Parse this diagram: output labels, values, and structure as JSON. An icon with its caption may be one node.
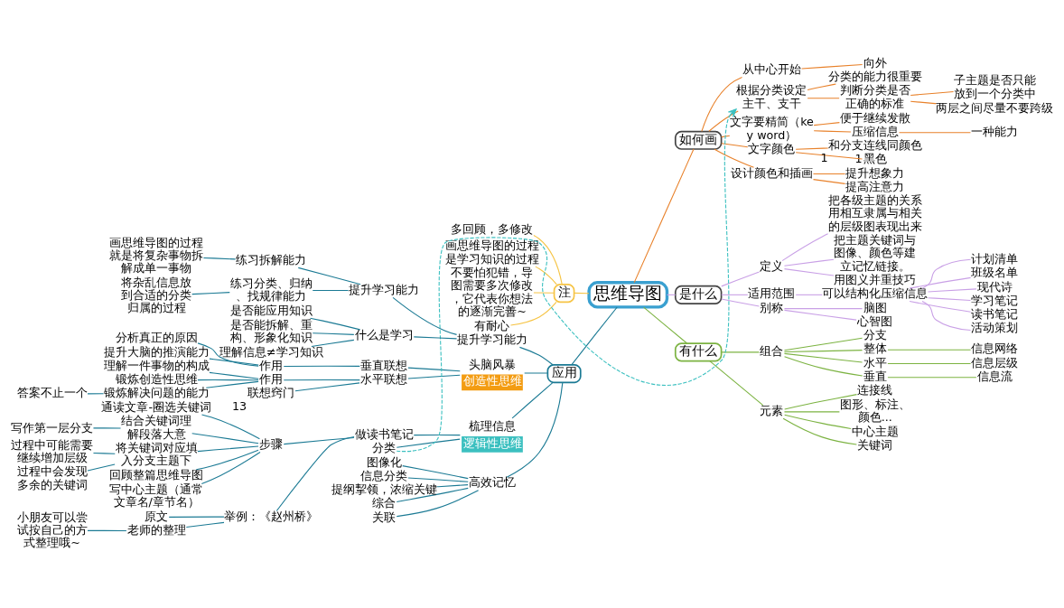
{
  "diagram": {
    "nodes": [
      {
        "text": [
          "思维导图"
        ]
      },
      {
        "text": [
          "是什么"
        ]
      },
      {
        "text": [
          "别称"
        ]
      },
      {
        "text": [
          "脑图"
        ]
      },
      {
        "text": [
          "心智图"
        ]
      },
      {
        "text": [
          "定义"
        ]
      },
      {
        "text": [
          "用图义并重技巧"
        ]
      },
      {
        "text": [
          "把各级主题的关系用相互隶属与相关的层级图表现出来"
        ]
      },
      {
        "text": [
          "把主题关键词与图像、颜色等建立记忆链接。"
        ]
      },
      {
        "text": [
          "适用范围"
        ]
      },
      {
        "text": [
          "可以结构化压缩信息"
        ]
      },
      {
        "text": [
          "学习笔记"
        ]
      },
      {
        "text": [
          "读书笔记"
        ]
      },
      {
        "text": [
          "活动策划"
        ]
      },
      {
        "text": [
          "计划清单"
        ]
      },
      {
        "text": [
          "班级名单"
        ]
      },
      {
        "text": [
          "现代诗"
        ]
      },
      {
        "text": [
          "有什么"
        ]
      },
      {
        "text": [
          "元素"
        ]
      },
      {
        "text": [
          "中心主题"
        ]
      },
      {
        "text": [
          "关键词"
        ]
      },
      {
        "text": [
          "连接线"
        ]
      },
      {
        "text": [
          "图形、标注、颜色..."
        ]
      },
      {
        "text": [
          "组合"
        ]
      },
      {
        "text": [
          "水平"
        ]
      },
      {
        "text": [
          "信息层级"
        ]
      },
      {
        "text": [
          "垂直"
        ]
      },
      {
        "text": [
          "信息流"
        ]
      },
      {
        "text": [
          "分支"
        ]
      },
      {
        "text": [
          "整体"
        ]
      },
      {
        "text": [
          "信息网络"
        ]
      },
      {
        "text": [
          "如何画"
        ]
      },
      {
        "text": [
          "从中心开始"
        ]
      },
      {
        "text": [
          "向外"
        ]
      },
      {
        "text": [
          "根据分类设定主干、支干"
        ]
      },
      {
        "text": [
          "判断分类是否正确的标准"
        ]
      },
      {
        "text": [
          "子主题是否只能放到一个分类中"
        ]
      },
      {
        "text": [
          "两层之间尽量不要跨级"
        ]
      },
      {
        "text": [
          "分类的能力很重要"
        ]
      },
      {
        "text": [
          "文字要精简（key word）"
        ]
      },
      {
        "text": [
          "压缩信息"
        ]
      },
      {
        "text": [
          "一种能力"
        ]
      },
      {
        "text": [
          "便于继续发散"
        ]
      },
      {
        "text": [
          "文字颜色"
        ]
      },
      {
        "text": [
          "黑色"
        ],
        "beside": [
          "1"
        ]
      },
      {
        "text": [
          "和分支连线同颜色"
        ],
        "beside": [
          "1"
        ]
      },
      {
        "text": [
          "设计颜色和插画"
        ]
      },
      {
        "text": [
          "提高注意力"
        ]
      },
      {
        "text": [
          "提升想象力"
        ]
      },
      {
        "text": [
          "注"
        ]
      },
      {
        "text": [
          "画思维导图的过程是学习知识的过程"
        ]
      },
      {
        "text": [
          "不要怕犯错，导图需要多次修改，它代表你想法的逐渐完善~"
        ]
      },
      {
        "text": [
          "有耐心"
        ]
      },
      {
        "text": [
          "多回顾，多修改"
        ]
      },
      {
        "text": [
          "应用"
        ]
      },
      {
        "text": [
          "头脑风暴",
          "创造性思维"
        ]
      },
      {
        "text": [
          "水平联想"
        ]
      },
      {
        "text": [
          "作用"
        ]
      },
      {
        "text": [
          "锻炼创造性思维"
        ]
      },
      {
        "text": [
          "锻炼解决问题的能力"
        ]
      },
      {
        "text": [
          "答案不止一个"
        ]
      },
      {
        "text": [
          "理解一件事物的构成"
        ]
      },
      {
        "text": [
          "联想窍门"
        ],
        "beside": [
          "13"
        ]
      },
      {
        "text": [
          "垂直联想"
        ]
      },
      {
        "text": [
          "作用"
        ]
      },
      {
        "text": [
          "分析真正的原因"
        ]
      },
      {
        "text": [
          "提升大脑的推演能力"
        ]
      },
      {
        "text": [
          "梳理信息",
          "逻辑性思维"
        ]
      },
      {
        "text": [
          "分类"
        ]
      },
      {
        "text": [
          "做读书笔记"
        ]
      },
      {
        "text": [
          "步骤"
        ]
      },
      {
        "text": [
          "写中心主题（通常文章名/章节名）"
        ]
      },
      {
        "text": [
          "通读文章-圈选关键词"
        ]
      },
      {
        "text": [
          "结合关键词理解段落大意"
        ]
      },
      {
        "text": [
          "写作第一层分支"
        ]
      },
      {
        "text": [
          "将关键词对应填入分支主题下"
        ]
      },
      {
        "text": [
          "过程中会发现多余的关键词"
        ]
      },
      {
        "text": [
          "过程中可能需要继续增加层级"
        ]
      },
      {
        "text": [
          "回顾整篇思维导图"
        ]
      },
      {
        "text": [
          "举例：《赵州桥》"
        ]
      },
      {
        "text": [
          "原文"
        ]
      },
      {
        "text": [
          "老师的整理"
        ]
      },
      {
        "text": [
          "小朋友可以尝试按自己的方式整理哦~"
        ]
      },
      {
        "text": [
          "高效记忆"
        ]
      },
      {
        "text": [
          "综合"
        ]
      },
      {
        "text": [
          "关联"
        ]
      },
      {
        "text": [
          "图像化"
        ]
      },
      {
        "text": [
          "信息分类"
        ]
      },
      {
        "text": [
          "提纲挈领，浓缩关键"
        ]
      },
      {
        "text": [
          "提升学习能力"
        ]
      },
      {
        "text": [
          "什么是学习"
        ]
      },
      {
        "text": [
          "理解信息≠学习知识"
        ]
      },
      {
        "text": [
          "是否能应用知识"
        ]
      },
      {
        "text": [
          "是否能拆解、重构、形象化知识"
        ]
      },
      {
        "text": [
          "提升学习能力"
        ]
      },
      {
        "text": [
          "练习拆解能力"
        ]
      },
      {
        "text": [
          "画思维导图的过程就是将复杂事物拆解成单一事物"
        ]
      },
      {
        "text": [
          "练习分类、归纳、找规律能力"
        ]
      },
      {
        "text": [
          "将杂乱信息放到合适的分类归属的过程"
        ]
      }
    ],
    "edges": [
      {
        "from": 0,
        "to": 1,
        "arrow": "none",
        "color": "#c9a0e6"
      },
      {
        "from": 1,
        "to": 2,
        "arrow": "none",
        "color": "#c9a0e6"
      },
      {
        "from": 2,
        "to": 3,
        "arrow": "none",
        "color": "#c9a0e6"
      },
      {
        "from": 2,
        "to": 4,
        "arrow": "none",
        "color": "#c9a0e6"
      },
      {
        "from": 1,
        "to": 5,
        "arrow": "none",
        "color": "#c9a0e6"
      },
      {
        "from": 5,
        "to": 6,
        "arrow": "none",
        "color": "#c9a0e6"
      },
      {
        "from": 5,
        "to": 7,
        "arrow": "none",
        "color": "#c9a0e6"
      },
      {
        "from": 5,
        "to": 8,
        "arrow": "none",
        "color": "#c9a0e6"
      },
      {
        "from": 1,
        "to": 9,
        "arrow": "none",
        "color": "#c9a0e6"
      },
      {
        "from": 9,
        "to": 10,
        "arrow": "none",
        "color": "#c9a0e6"
      },
      {
        "from": 10,
        "to": 11,
        "arrow": "none",
        "color": "#c9a0e6"
      },
      {
        "from": 10,
        "to": 12,
        "arrow": "none",
        "color": "#c9a0e6"
      },
      {
        "from": 10,
        "to": 13,
        "arrow": "none",
        "color": "#c9a0e6"
      },
      {
        "from": 10,
        "to": 14,
        "arrow": "none",
        "color": "#c9a0e6"
      },
      {
        "from": 10,
        "to": 15,
        "arrow": "none",
        "color": "#c9a0e6"
      },
      {
        "from": 10,
        "to": 16,
        "arrow": "none",
        "color": "#c9a0e6"
      },
      {
        "from": 0,
        "to": 17,
        "arrow": "none",
        "color": "#7cb342"
      },
      {
        "from": 17,
        "to": 18,
        "arrow": "none",
        "color": "#7cb342"
      },
      {
        "from": 18,
        "to": 19,
        "arrow": "none",
        "color": "#7cb342"
      },
      {
        "from": 18,
        "to": 20,
        "arrow": "none",
        "color": "#7cb342"
      },
      {
        "from": 18,
        "to": 21,
        "arrow": "none",
        "color": "#7cb342"
      },
      {
        "from": 18,
        "to": 22,
        "arrow": "none",
        "color": "#7cb342"
      },
      {
        "from": 17,
        "to": 23,
        "arrow": "none",
        "color": "#7cb342"
      },
      {
        "from": 23,
        "to": 24,
        "arrow": "none",
        "color": "#7cb342"
      },
      {
        "from": 24,
        "to": 25,
        "arrow": "none",
        "color": "#7cb342"
      },
      {
        "from": 23,
        "to": 26,
        "arrow": "none",
        "color": "#7cb342"
      },
      {
        "from": 26,
        "to": 27,
        "arrow": "none",
        "color": "#7cb342"
      },
      {
        "from": 23,
        "to": 28,
        "arrow": "none",
        "color": "#7cb342"
      },
      {
        "from": 23,
        "to": 29,
        "arrow": "none",
        "color": "#7cb342"
      },
      {
        "from": 29,
        "to": 30,
        "arrow": "none",
        "color": "#7cb342"
      },
      {
        "from": 0,
        "to": 31,
        "arrow": "none",
        "color": "#e8812a"
      },
      {
        "from": 31,
        "to": 32,
        "arrow": "none",
        "color": "#e8812a"
      },
      {
        "from": 32,
        "to": 33,
        "arrow": "none",
        "color": "#e8812a"
      },
      {
        "from": 31,
        "to": 34,
        "arrow": "none",
        "color": "#e8812a"
      },
      {
        "from": 34,
        "to": 35,
        "arrow": "none",
        "color": "#e8812a"
      },
      {
        "from": 35,
        "to": 36,
        "arrow": "none",
        "color": "#e8812a"
      },
      {
        "from": 35,
        "to": 37,
        "arrow": "none",
        "color": "#e8812a"
      },
      {
        "from": 34,
        "to": 38,
        "arrow": "none",
        "color": "#e8812a"
      },
      {
        "from": 31,
        "to": 39,
        "arrow": "none",
        "color": "#e8812a"
      },
      {
        "from": 39,
        "to": 40,
        "arrow": "none",
        "color": "#e8812a"
      },
      {
        "from": 40,
        "to": 41,
        "arrow": "none",
        "color": "#e8812a"
      },
      {
        "from": 39,
        "to": 42,
        "arrow": "none",
        "color": "#e8812a"
      },
      {
        "from": 31,
        "to": 43,
        "arrow": "none",
        "color": "#e8812a"
      },
      {
        "from": 43,
        "to": 44,
        "arrow": "none",
        "color": "#e8812a"
      },
      {
        "from": 43,
        "to": 45,
        "arrow": "none",
        "color": "#e8812a"
      },
      {
        "from": 31,
        "to": 46,
        "arrow": "none",
        "color": "#e8812a"
      },
      {
        "from": 46,
        "to": 47,
        "arrow": "none",
        "color": "#e8812a"
      },
      {
        "from": 46,
        "to": 48,
        "arrow": "none",
        "color": "#e8812a"
      },
      {
        "from": 0,
        "to": 49,
        "arrow": "none",
        "color": "#f6c445"
      },
      {
        "from": 49,
        "to": 50,
        "arrow": "none",
        "color": "#f6c445"
      },
      {
        "from": 49,
        "to": 51,
        "arrow": "none",
        "color": "#f6c445"
      },
      {
        "from": 49,
        "to": 52,
        "arrow": "none",
        "color": "#f6c445"
      },
      {
        "from": 49,
        "to": 53,
        "arrow": "none",
        "color": "#f6c445"
      },
      {
        "from": 0,
        "to": 54,
        "arrow": "none"
      },
      {
        "from": 54,
        "to": 55,
        "arrow": "none"
      },
      {
        "from": 55,
        "to": 56,
        "arrow": "none"
      },
      {
        "from": 56,
        "to": 57,
        "arrow": "none"
      },
      {
        "from": 57,
        "to": 58,
        "arrow": "none"
      },
      {
        "from": 57,
        "to": 59,
        "arrow": "none"
      },
      {
        "from": 59,
        "to": 60,
        "arrow": "none"
      },
      {
        "from": 57,
        "to": 61,
        "arrow": "none"
      },
      {
        "from": 56,
        "to": 62,
        "arrow": "none"
      },
      {
        "from": 55,
        "to": 63,
        "arrow": "none"
      },
      {
        "from": 63,
        "to": 64,
        "arrow": "none"
      },
      {
        "from": 64,
        "to": 65,
        "arrow": "none"
      },
      {
        "from": 64,
        "to": 66,
        "arrow": "none"
      },
      {
        "from": 54,
        "to": 67,
        "arrow": "none"
      },
      {
        "from": 67,
        "to": 68,
        "arrow": "none"
      },
      {
        "from": 67,
        "to": 69,
        "arrow": "none"
      },
      {
        "from": 69,
        "to": 70,
        "arrow": "none"
      },
      {
        "from": 70,
        "to": 71,
        "arrow": "none"
      },
      {
        "from": 70,
        "to": 72,
        "arrow": "none"
      },
      {
        "from": 70,
        "to": 73,
        "arrow": "none"
      },
      {
        "from": 73,
        "to": 74,
        "arrow": "none"
      },
      {
        "from": 70,
        "to": 75,
        "arrow": "none"
      },
      {
        "from": 75,
        "to": 76,
        "arrow": "none"
      },
      {
        "from": 75,
        "to": 77,
        "arrow": "none"
      },
      {
        "from": 70,
        "to": 78,
        "arrow": "none"
      },
      {
        "from": 69,
        "to": 79,
        "arrow": "none"
      },
      {
        "from": 79,
        "to": 80,
        "arrow": "none"
      },
      {
        "from": 79,
        "to": 81,
        "arrow": "none"
      },
      {
        "from": 81,
        "to": 82,
        "arrow": "none"
      },
      {
        "from": 54,
        "to": 83,
        "arrow": "none"
      },
      {
        "from": 83,
        "to": 84,
        "arrow": "none"
      },
      {
        "from": 83,
        "to": 85,
        "arrow": "none"
      },
      {
        "from": 83,
        "to": 86,
        "arrow": "none"
      },
      {
        "from": 83,
        "to": 87,
        "arrow": "none"
      },
      {
        "from": 83,
        "to": 88,
        "arrow": "none"
      },
      {
        "from": 54,
        "to": 89,
        "arrow": "none"
      },
      {
        "from": 89,
        "to": 90,
        "arrow": "none"
      },
      {
        "from": 90,
        "to": 91,
        "arrow": "none"
      },
      {
        "from": 90,
        "to": 92,
        "arrow": "none"
      },
      {
        "from": 90,
        "to": 93,
        "arrow": "none"
      },
      {
        "from": 89,
        "to": 94,
        "arrow": "none"
      },
      {
        "from": 94,
        "to": 95,
        "arrow": "none"
      },
      {
        "from": 95,
        "to": 96,
        "arrow": "none"
      },
      {
        "from": 94,
        "to": 97,
        "arrow": "none"
      },
      {
        "from": 97,
        "to": 98,
        "arrow": "none"
      },
      {
        "from": 68,
        "to": 34,
        "arrow": "to",
        "style": "dashed",
        "color": "#3cc0c0"
      }
    ]
  }
}
